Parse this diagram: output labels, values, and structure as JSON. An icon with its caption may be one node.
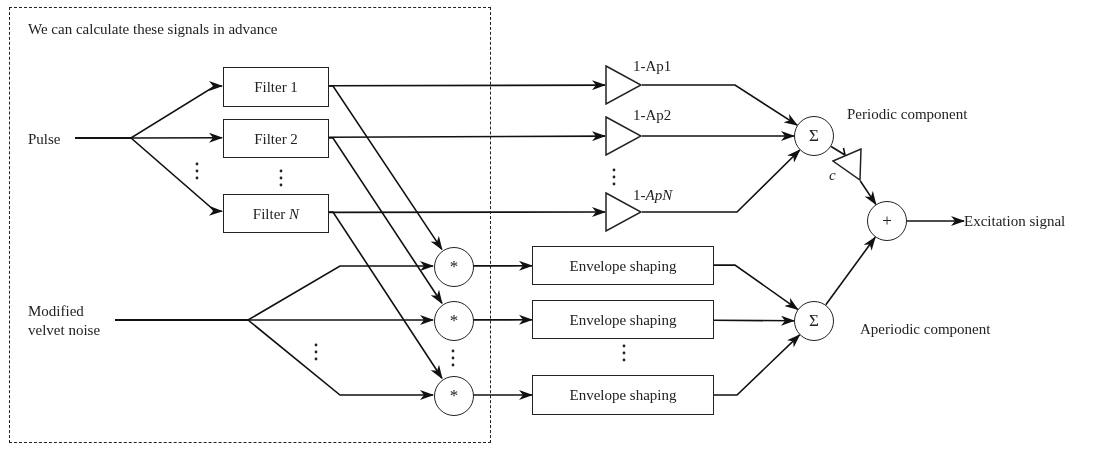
{
  "diagram": {
    "nodes": [
      {
        "text": [
          "We can calculate these signals in advance"
        ]
      },
      {
        "text": [
          "Pulse"
        ],
        "in": 0
      },
      {
        "text": [
          "Filter 1"
        ],
        "in": 0
      },
      {
        "text": [
          "Filter 2"
        ],
        "in": 0
      },
      {
        "text": [
          "Filter *N*"
        ],
        "in": 0
      },
      {
        "text": [
          "Modified velvet noise"
        ],
        "in": 0
      },
      {
        "text": [
          "*"
        ],
        "in": 0
      },
      {
        "text": [
          "*"
        ],
        "in": 0
      },
      {
        "text": [
          "*"
        ],
        "in": 0
      },
      {
        "text": [],
        "shape": "triangle",
        "beside": [
          "1-Ap1"
        ]
      },
      {
        "text": [],
        "shape": "triangle",
        "beside": [
          "1-Ap2"
        ]
      },
      {
        "text": [],
        "shape": "triangle",
        "beside": [
          "1-*ApN*"
        ]
      },
      {
        "text": [
          "Σ"
        ],
        "beside": [
          "Periodic component"
        ]
      },
      {
        "text": [],
        "shape": "triangle",
        "beside": [
          "c"
        ]
      },
      {
        "text": [
          "+"
        ]
      },
      {
        "text": [
          "Excitation signal"
        ]
      },
      {
        "text": [
          "Envelope shaping"
        ]
      },
      {
        "text": [
          "Envelope shaping"
        ]
      },
      {
        "text": [
          "Envelope shaping"
        ]
      },
      {
        "text": [
          "Σ"
        ],
        "beside": [
          "Aperiodic component"
        ]
      }
    ],
    "edges": [
      {
        "from": 1,
        "to": 2,
        "arrow": "to"
      },
      {
        "from": 1,
        "to": 3,
        "arrow": "to"
      },
      {
        "from": 1,
        "to": 4,
        "arrow": "to"
      },
      {
        "from": 2,
        "to": 9,
        "arrow": "to"
      },
      {
        "from": 3,
        "to": 10,
        "arrow": "to"
      },
      {
        "from": 4,
        "to": 11,
        "arrow": "to"
      },
      {
        "from": 2,
        "to": 6,
        "arrow": "to"
      },
      {
        "from": 3,
        "to": 7,
        "arrow": "to"
      },
      {
        "from": 4,
        "to": 8,
        "arrow": "to"
      },
      {
        "from": 5,
        "to": 6,
        "arrow": "to"
      },
      {
        "from": 5,
        "to": 7,
        "arrow": "to"
      },
      {
        "from": 5,
        "to": 8,
        "arrow": "to"
      },
      {
        "from": 6,
        "to": 16,
        "arrow": "to"
      },
      {
        "from": 7,
        "to": 17,
        "arrow": "to"
      },
      {
        "from": 8,
        "to": 18,
        "arrow": "to"
      },
      {
        "from": 9,
        "to": 12,
        "arrow": "to"
      },
      {
        "from": 10,
        "to": 12,
        "arrow": "to"
      },
      {
        "from": 11,
        "to": 12,
        "arrow": "to"
      },
      {
        "from": 12,
        "to": 13,
        "arrow": "none"
      },
      {
        "from": 13,
        "to": 14,
        "arrow": "to"
      },
      {
        "from": 16,
        "to": 19,
        "arrow": "to"
      },
      {
        "from": 17,
        "to": 19,
        "arrow": "to"
      },
      {
        "from": 18,
        "to": 19,
        "arrow": "to"
      },
      {
        "from": 19,
        "to": 14,
        "arrow": "to"
      },
      {
        "from": 14,
        "to": 15,
        "arrow": "to"
      }
    ]
  }
}
